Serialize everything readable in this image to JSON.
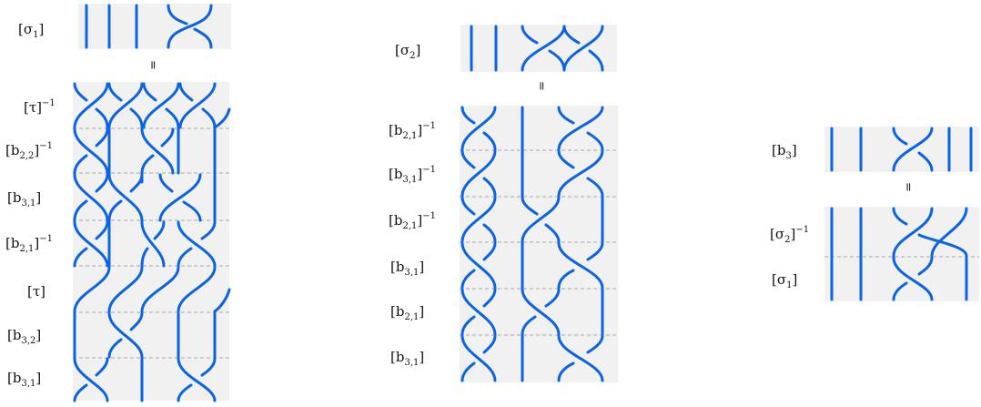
{
  "panels": [
    {
      "top": {
        "label": "σ",
        "sub": "1",
        "sup": ""
      },
      "equals": "=",
      "steps": [
        {
          "label": "τ",
          "sub": "",
          "sup": "−1"
        },
        {
          "label": "b",
          "sub": "2,2",
          "sup": "−1"
        },
        {
          "label": "b",
          "sub": "3,1",
          "sup": ""
        },
        {
          "label": "b",
          "sub": "2,1",
          "sup": "−1"
        },
        {
          "label": "τ",
          "sub": "",
          "sup": ""
        },
        {
          "label": "b",
          "sub": "3,2",
          "sup": ""
        },
        {
          "label": "b",
          "sub": "3,1",
          "sup": ""
        }
      ]
    },
    {
      "top": {
        "label": "σ",
        "sub": "2",
        "sup": ""
      },
      "equals": "=",
      "steps": [
        {
          "label": "b",
          "sub": "2,1",
          "sup": "−1"
        },
        {
          "label": "b",
          "sub": "3,1",
          "sup": "−1"
        },
        {
          "label": "b",
          "sub": "2,1",
          "sup": "−1"
        },
        {
          "label": "b",
          "sub": "3,1",
          "sup": ""
        },
        {
          "label": "b",
          "sub": "2,1",
          "sup": ""
        },
        {
          "label": "b",
          "sub": "3,1",
          "sup": ""
        }
      ]
    },
    {
      "top": {
        "label": "b",
        "sub": "3",
        "sup": ""
      },
      "equals": "=",
      "steps": [
        {
          "label": "σ",
          "sub": "2",
          "sup": "−1"
        },
        {
          "label": "σ",
          "sub": "1",
          "sup": ""
        }
      ]
    }
  ],
  "colors": {
    "strand": "#0b63e5",
    "background": "#f1f1f1",
    "separator": "#a8a8a8"
  }
}
